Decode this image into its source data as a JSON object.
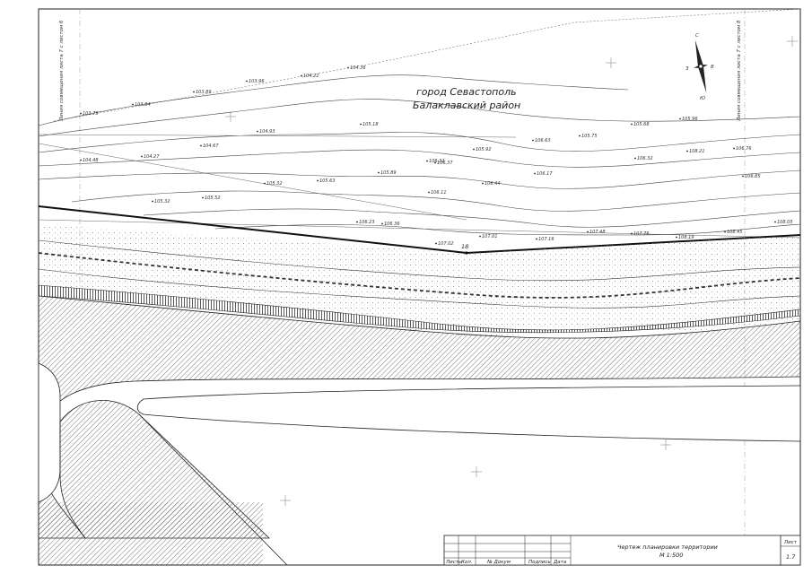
{
  "map": {
    "city_line1": "город Севастополь",
    "city_line2": "Балаклавский район",
    "left_margin_note": "Линия совмещения листа 7 с листом 6",
    "right_margin_note": "Линия совмещения листа 7 с листом 8",
    "point_label": "18",
    "compass": {
      "north": "С",
      "south": "Ю",
      "west": "З",
      "east": "В"
    }
  },
  "elevations": [
    "103.75",
    "103.84",
    "103.89",
    "103.96",
    "104.22",
    "104.36",
    "104.48",
    "104.27",
    "104.67",
    "104.93",
    "105.32",
    "105.18",
    "105.52",
    "105.32",
    "105.89",
    "105.63",
    "106.23",
    "106.36",
    "106.32",
    "106.11",
    "106.37",
    "106.44",
    "105.92",
    "106.17",
    "106.63",
    "105.75",
    "105.68",
    "105.96",
    "106.32",
    "106.76",
    "107.02",
    "107.01",
    "107.16",
    "107.48",
    "107.76",
    "108.19",
    "108.45",
    "106.85",
    "108.05",
    "108.21"
  ],
  "title_block": {
    "drawing_title": "Чертеж планировки территории",
    "scale": "М 1:500",
    "sheet_header": "Лист",
    "sheet_number": "1.7",
    "cols": [
      "Листы",
      "Кол.",
      "№ Докум",
      "Подпись",
      "Дата"
    ]
  }
}
